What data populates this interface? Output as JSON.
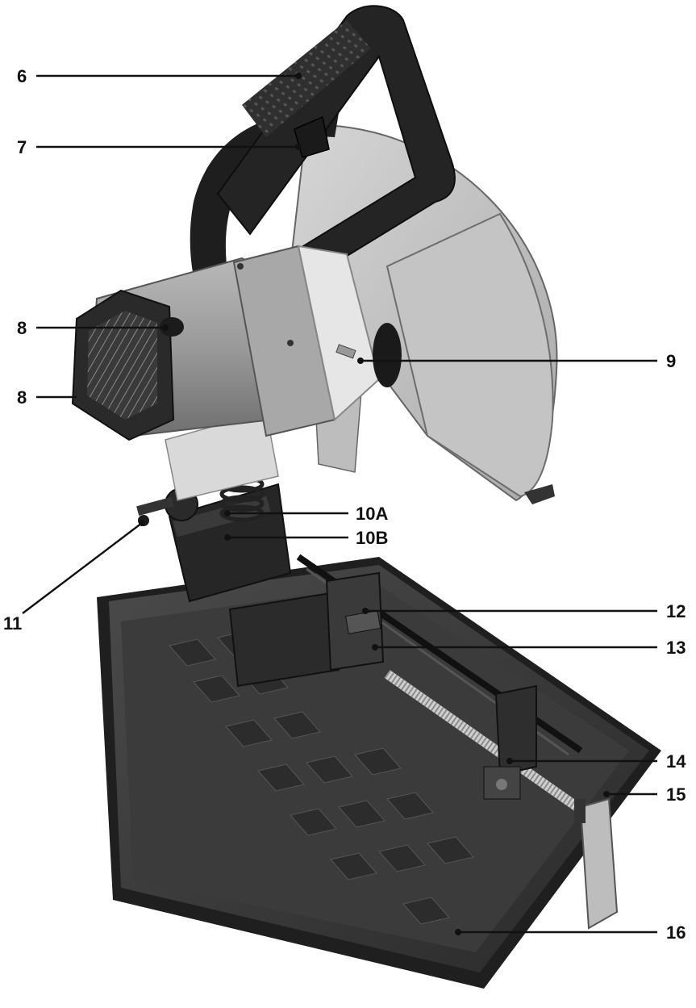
{
  "callouts": [
    {
      "id": "c6",
      "label": "6"
    },
    {
      "id": "c7",
      "label": "7"
    },
    {
      "id": "c8a",
      "label": "8"
    },
    {
      "id": "c8b",
      "label": "8"
    },
    {
      "id": "c9",
      "label": "9"
    },
    {
      "id": "c10a",
      "label": "10A"
    },
    {
      "id": "c10b",
      "label": "10B"
    },
    {
      "id": "c11",
      "label": "11"
    },
    {
      "id": "c12",
      "label": "12"
    },
    {
      "id": "c13",
      "label": "13"
    },
    {
      "id": "c14",
      "label": "14"
    },
    {
      "id": "c15",
      "label": "15"
    },
    {
      "id": "c16",
      "label": "16"
    }
  ]
}
